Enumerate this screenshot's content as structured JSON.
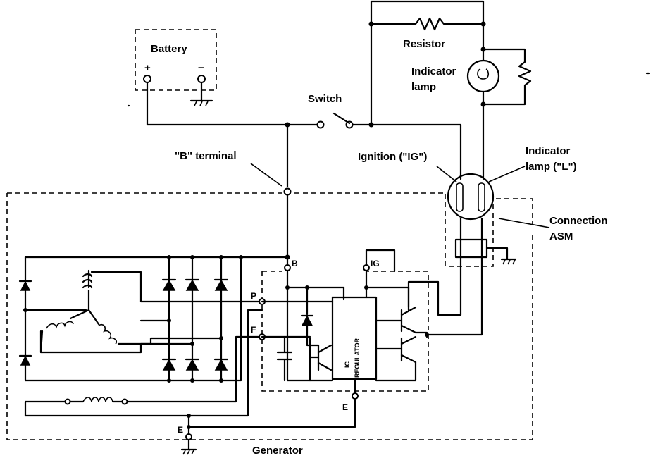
{
  "labels": {
    "battery": "Battery",
    "battery_plus": "+",
    "battery_minus": "−",
    "resistor": "Resistor",
    "indicator_lamp": "Indicator\nlamp",
    "switch": "Switch",
    "b_terminal": "\"B\" terminal",
    "ignition": "Ignition (\"IG\")",
    "indicator_lamp_l": "Indicator\nlamp (\"L\")",
    "connection_asm": "Connection\nASM",
    "term_b": "B",
    "term_ig": "IG",
    "term_p": "P",
    "term_f": "F",
    "term_e_regulator": "E",
    "term_e_generator": "E",
    "ic_regulator": "IC\nREGULATOR",
    "generator": "Generator"
  }
}
